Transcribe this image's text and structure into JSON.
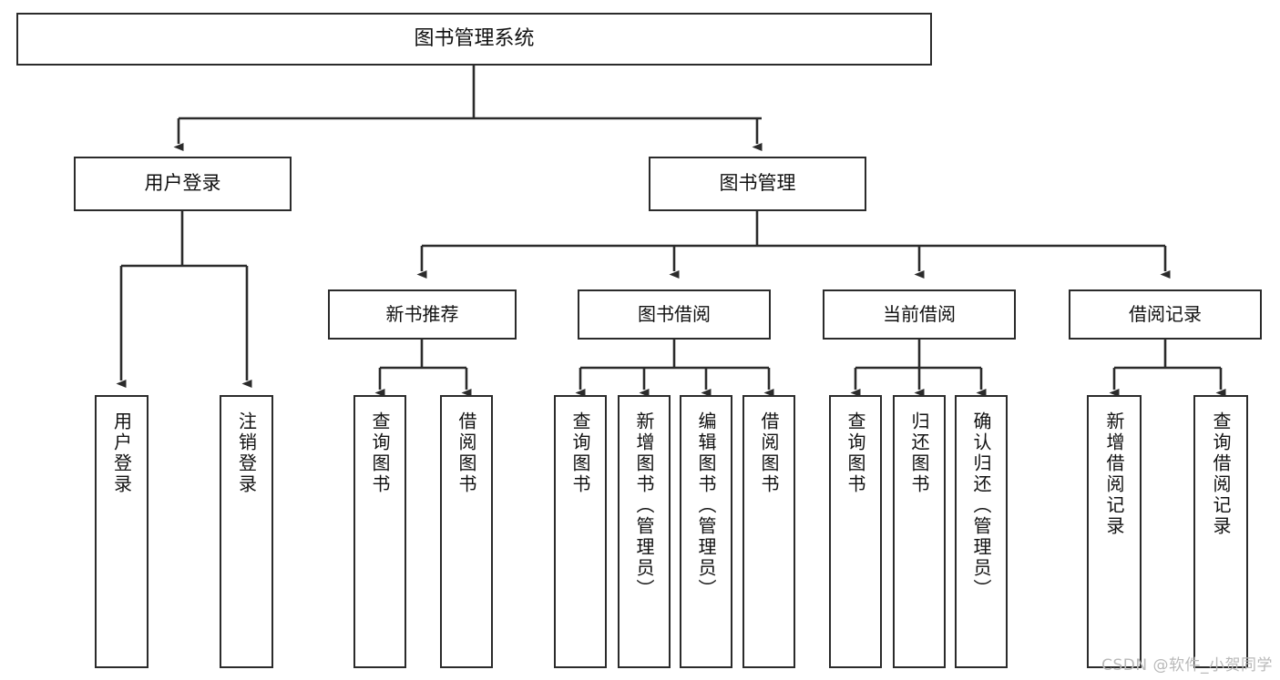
{
  "diagram": {
    "title": "图书管理系统",
    "type": "tree-structure-chart",
    "background_color": "#ffffff",
    "border_color": "#2b2b2b",
    "text_color": "#111111"
  },
  "root": {
    "label": "图书管理系统"
  },
  "level1": [
    {
      "label": "用户登录"
    },
    {
      "label": "图书管理"
    }
  ],
  "level2": [
    {
      "label": "新书推荐"
    },
    {
      "label": "图书借阅"
    },
    {
      "label": "当前借阅"
    },
    {
      "label": "借阅记录"
    }
  ],
  "leaves": [
    {
      "label": "用户登录",
      "parent": "用户登录"
    },
    {
      "label": "注销登录",
      "parent": "用户登录"
    },
    {
      "label": "查询图书",
      "parent": "新书推荐"
    },
    {
      "label": "借阅图书",
      "parent": "新书推荐"
    },
    {
      "label": "查询图书",
      "parent": "图书借阅"
    },
    {
      "label": "新增图书（管理员）",
      "parent": "图书借阅"
    },
    {
      "label": "编辑图书（管理员）",
      "parent": "图书借阅"
    },
    {
      "label": "借阅图书",
      "parent": "图书借阅"
    },
    {
      "label": "查询图书",
      "parent": "当前借阅"
    },
    {
      "label": "归还图书",
      "parent": "当前借阅"
    },
    {
      "label": "确认归还（管理员）",
      "parent": "当前借阅"
    },
    {
      "label": "新增借阅记录",
      "parent": "借阅记录"
    },
    {
      "label": "查询借阅记录",
      "parent": "借阅记录"
    }
  ],
  "watermark": {
    "text": "CSDN @软件_小贺同学",
    "color": "#b9b9b9"
  }
}
